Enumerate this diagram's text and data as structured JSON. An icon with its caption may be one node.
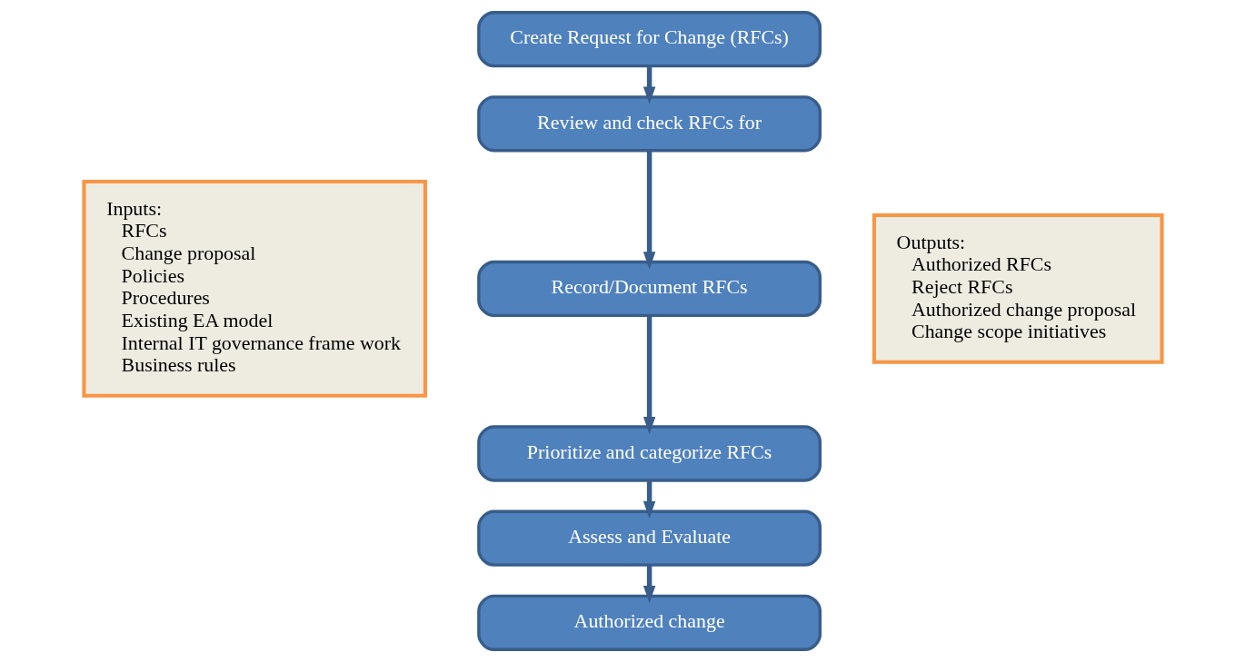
{
  "diagram": {
    "nodes": [
      {
        "text": [
          "Inputs:",
          "RFCs",
          "Change proposal",
          "Policies",
          "Procedures",
          "Existing EA model",
          "Internal IT governance frame work",
          "Business rules"
        ]
      },
      {
        "text": [
          "Create Request for Change (RFCs)"
        ]
      },
      {
        "text": [
          "Review and check RFCs for"
        ]
      },
      {
        "text": [
          "Record/Document RFCs"
        ]
      },
      {
        "text": [
          "Prioritize and categorize RFCs"
        ]
      },
      {
        "text": [
          "Assess and Evaluate"
        ]
      },
      {
        "text": [
          "Authorized change"
        ]
      },
      {
        "text": [
          "Outputs:",
          "Authorized RFCs",
          "Reject RFCs",
          "Authorized change proposal",
          "Change scope initiatives"
        ]
      }
    ],
    "edges": [
      {
        "from": 1,
        "to": 2,
        "arrow": "to"
      },
      {
        "from": 2,
        "to": 3,
        "arrow": "to"
      },
      {
        "from": 3,
        "to": 4,
        "arrow": "to"
      },
      {
        "from": 4,
        "to": 5,
        "arrow": "to"
      },
      {
        "from": 5,
        "to": 6,
        "arrow": "to"
      }
    ]
  }
}
